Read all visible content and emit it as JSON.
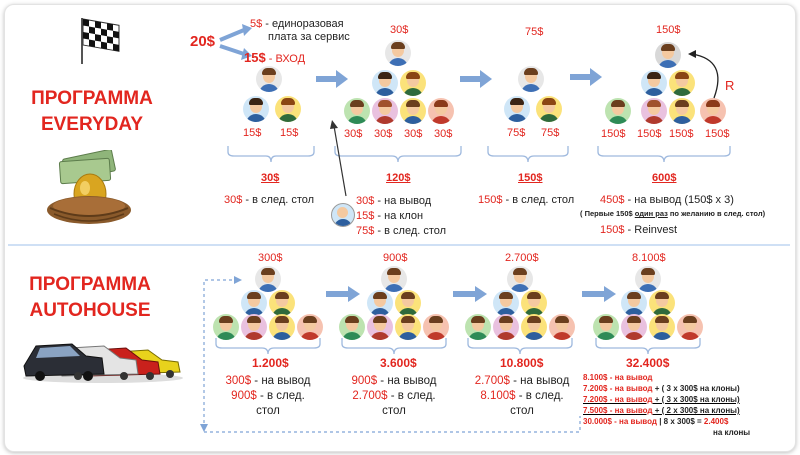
{
  "everyday": {
    "title_line1": "ПРОГРАММА",
    "title_line2": "EVERYDAY",
    "entry_amount": "20$",
    "fee_amount": "5$",
    "fee_text_line1": " - единоразовая",
    "fee_text_line2": "плата за сервис",
    "entry_part_amount": "15$",
    "entry_part_text": " - ВХОД",
    "s1_labels": [
      "15$",
      "15$"
    ],
    "s1_total": "30$",
    "s1_note_amount": "30$",
    "s1_note_text": " - в след. стол",
    "s2_top": "30$",
    "s2_labels": [
      "30$",
      "30$",
      "30$",
      "30$"
    ],
    "s2_total": "120$",
    "s2_lines": [
      {
        "amount": "30$",
        "text": " - на вывод"
      },
      {
        "amount": "15$",
        "text": " - на клон"
      },
      {
        "amount": "75$",
        "text": " - в след. стол"
      }
    ],
    "s3_top": "75$",
    "s3_labels": [
      "75$",
      "75$"
    ],
    "s3_total": "150$",
    "s3_note_amount": "150$",
    "s3_note_text": " - в след. стол",
    "s4_top": "150$",
    "s4_labels": [
      "150$",
      "150$",
      "150$",
      "150$"
    ],
    "s4_total": "600$",
    "s4_reinvest_letter": "R",
    "s4_line1_amount": "450$",
    "s4_line1_text": " - на вывод (150$ х 3)",
    "s4_line2_pre": "( Первые 150$ ",
    "s4_line2_under": "один раз",
    "s4_line2_post": " по желанию в след. стол)",
    "s4_line3_amount": "150$",
    "s4_line3_text": " - Reinvest"
  },
  "autohouse": {
    "title_line1": "ПРОГРАММА",
    "title_line2": "AUTOHOUSE",
    "tables": [
      {
        "top": "300$",
        "total": "1.200$",
        "l1_amount": "300$",
        "l1_text": " - на вывод",
        "l2_amount": "900$",
        "l2_text": " - в след.",
        "l3_text": "стол"
      },
      {
        "top": "900$",
        "total": "3.600$",
        "l1_amount": "900$",
        "l1_text": " - на вывод",
        "l2_amount": "2.700$",
        "l2_text": " - в след.",
        "l3_text": "стол"
      },
      {
        "top": "2.700$",
        "total": "10.800$",
        "l1_amount": "2.700$",
        "l1_text": " - на вывод",
        "l2_amount": "8.100$",
        "l2_text": " - в след.",
        "l3_text": "стол"
      },
      {
        "top": "8.100$",
        "total": "32.400$"
      }
    ],
    "final_lines": [
      {
        "a": "8.100$",
        "b": " - на вывод",
        "c": ""
      },
      {
        "a": "7.200$",
        "b": " - на вывод",
        "c": " + ( 3 х 300$ на клоны)"
      },
      {
        "a": "7.200$",
        "b": " - на вывод",
        "c": " + ( 3 х 300$ на клоны)"
      },
      {
        "a": "7.500$",
        "b": " - на вывод",
        "c": " + ( 2 х 300$ на клоны)"
      }
    ],
    "final_sum_a": "30.000$",
    "final_sum_b": " - на вывод",
    "final_sum_c": " | 8 х 300$ = ",
    "final_sum_d": "2.400$",
    "final_sum_e": "на клоны"
  },
  "colors": {
    "accent_red": "#e2261f",
    "arrow_blue": "#7fa4d6",
    "bracket_blue": "#9fb9de"
  }
}
